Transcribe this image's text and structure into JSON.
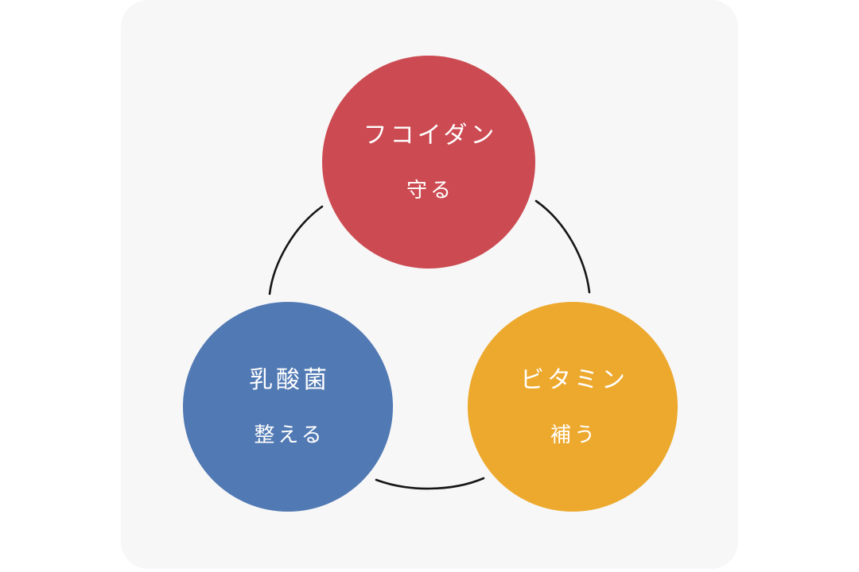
{
  "panel": {
    "background_color": "#f7f7f7",
    "page_background_color": "#ffffff"
  },
  "diagram": {
    "type": "cycle-trio",
    "connector_color": "#161616",
    "nodes": [
      {
        "id": "fucoidan",
        "title": "フコイダン",
        "subtitle": "守る",
        "color": "#cc4b52",
        "text_color": "#ffffff",
        "position": "top"
      },
      {
        "id": "lactic-acid-bacteria",
        "title": "乳酸菌",
        "subtitle": "整える",
        "color": "#5179b3",
        "text_color": "#ffffff",
        "position": "bottom-left"
      },
      {
        "id": "vitamin",
        "title": "ビタミン",
        "subtitle": "補う",
        "color": "#eda92e",
        "text_color": "#ffffff",
        "position": "bottom-right"
      }
    ],
    "connectors": [
      {
        "id": "arc-lactic-to-fucoidan",
        "from": "lactic-acid-bacteria",
        "to": "fucoidan"
      },
      {
        "id": "arc-fucoidan-to-vitamin",
        "from": "fucoidan",
        "to": "vitamin"
      },
      {
        "id": "arc-lactic-to-vitamin",
        "from": "lactic-acid-bacteria",
        "to": "vitamin"
      }
    ]
  }
}
